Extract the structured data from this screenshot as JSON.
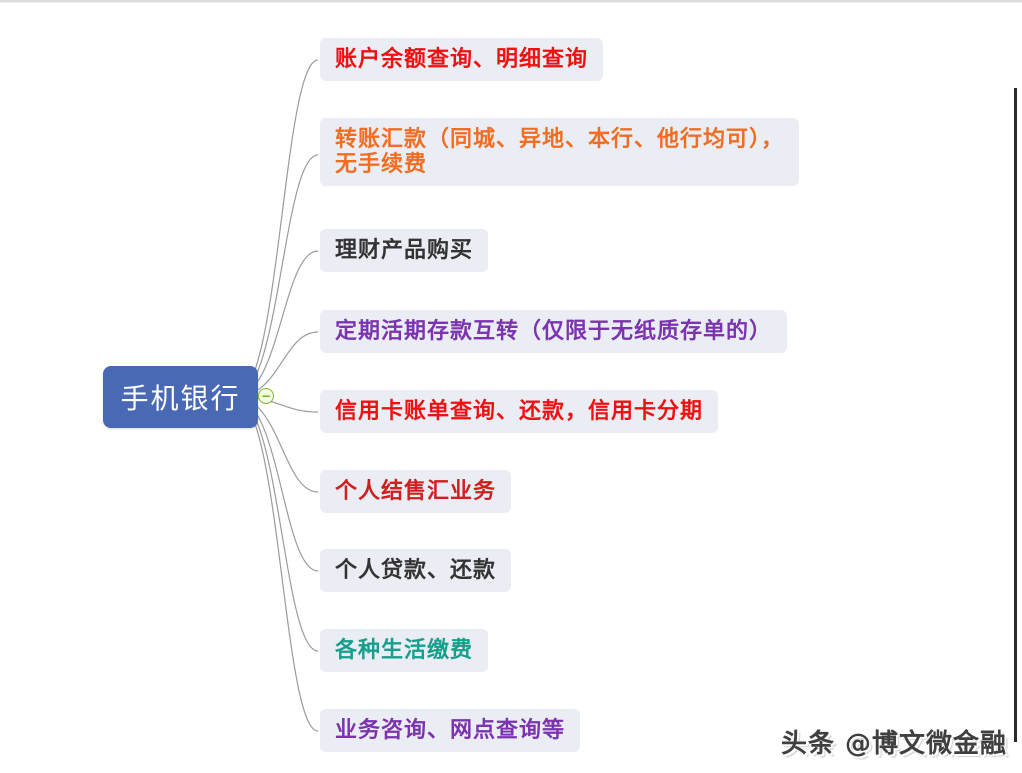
{
  "mindmap": {
    "root": {
      "label": "手机银行",
      "bg_color": "#4a69b4",
      "text_color": "#ffffff"
    },
    "collapse": {
      "symbol": "−"
    },
    "node_bg_color": "#ebedf4",
    "connector_color": "#9b9b9b",
    "branches": [
      {
        "label": "账户余额查询、明细查询",
        "color": "#ed1212"
      },
      {
        "label": "转账汇款（同城、异地、本行、他行均可），\n无手续费",
        "color": "#f26d21"
      },
      {
        "label": "理财产品购买",
        "color": "#333333"
      },
      {
        "label": "定期活期存款互转（仅限于无纸质存单的）",
        "color": "#7b33b0"
      },
      {
        "label": "信用卡账单查询、还款，信用卡分期",
        "color": "#ed1212"
      },
      {
        "label": "个人结售汇业务",
        "color": "#cf2020"
      },
      {
        "label": "个人贷款、还款",
        "color": "#333333"
      },
      {
        "label": "各种生活缴费",
        "color": "#14a08b"
      },
      {
        "label": "业务咨询、网点查询等",
        "color": "#7b33b0"
      }
    ]
  },
  "watermark": {
    "text": "头条 @博文微金融"
  }
}
